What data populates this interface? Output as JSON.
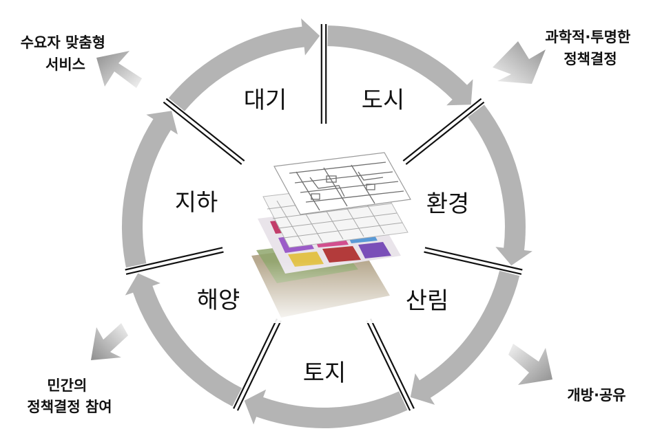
{
  "diagram": {
    "sectors": [
      {
        "id": "air",
        "label": "대기"
      },
      {
        "id": "city",
        "label": "도시"
      },
      {
        "id": "environment",
        "label": "환경"
      },
      {
        "id": "forest",
        "label": "산림"
      },
      {
        "id": "land",
        "label": "토지"
      },
      {
        "id": "ocean",
        "label": "해양"
      },
      {
        "id": "underground",
        "label": "지하"
      }
    ],
    "outcomes": [
      {
        "id": "customized-service",
        "lines": [
          "수요자 맞춤형",
          "서비스"
        ]
      },
      {
        "id": "policy-decision",
        "lines": [
          "과학적·투명한",
          "정책결정"
        ]
      },
      {
        "id": "open-share",
        "lines": [
          "개방·공유"
        ]
      },
      {
        "id": "citizen-participation",
        "lines": [
          "민간의",
          "정책결정 참여"
        ]
      }
    ],
    "colors": {
      "ring_arrow": "#b4b4b4",
      "divider_line": "#111111",
      "outer_arrow_dark": "#8e8e8e",
      "outer_arrow_light": "#f2f2f2",
      "text": "#111111"
    },
    "center_icon": "layered-map-stack-icon"
  }
}
